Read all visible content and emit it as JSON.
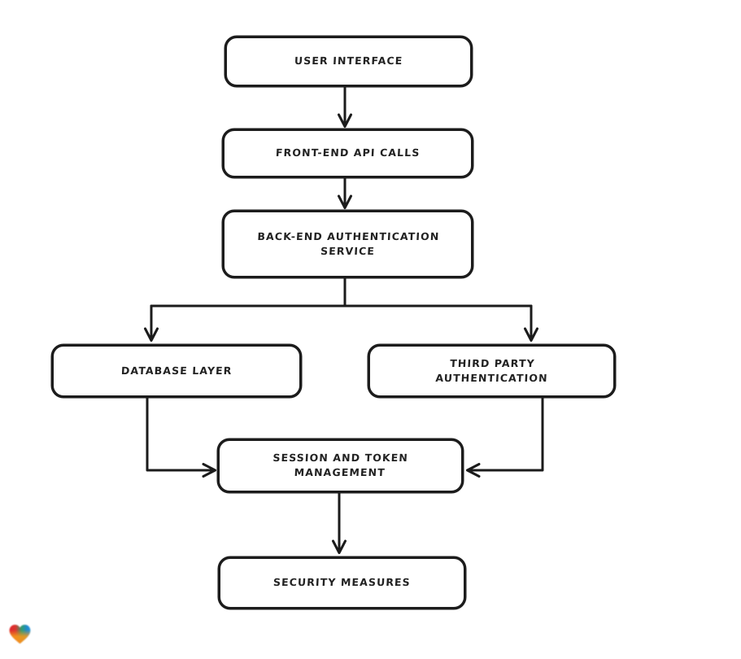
{
  "diagram": {
    "type": "flowchart",
    "background": "#ffffff",
    "stroke_color": "#1c1c1c",
    "node_fill": "#ffffff",
    "nodes": [
      {
        "id": "user-interface",
        "label": "USER INTERFACE",
        "lines": [
          "USER INTERFACE"
        ]
      },
      {
        "id": "front-end-api-calls",
        "label": "FRONT-END API CALLS",
        "lines": [
          "FRONT-END API CALLS"
        ]
      },
      {
        "id": "back-end-authentication-service",
        "label": "BACK-END AUTHENTICATION SERVICE",
        "lines": [
          "BACK-END AUTHENTICATION",
          "SERVICE"
        ]
      },
      {
        "id": "database-layer",
        "label": "DATABASE LAYER",
        "lines": [
          "DATABASE LAYER"
        ]
      },
      {
        "id": "third-party-authentication",
        "label": "THIRD PARTY AUTHENTICATION",
        "lines": [
          "THIRD PARTY AUTHENTICATION"
        ]
      },
      {
        "id": "session-and-token-management",
        "label": "SESSION AND TOKEN MANAGEMENT",
        "lines": [
          "SESSION AND TOKEN",
          "MANAGEMENT"
        ]
      },
      {
        "id": "security-measures",
        "label": "SECURITY MEASURES",
        "lines": [
          "SECURITY MEASURES"
        ]
      }
    ],
    "edges": [
      {
        "from": "user-interface",
        "to": "front-end-api-calls"
      },
      {
        "from": "front-end-api-calls",
        "to": "back-end-authentication-service"
      },
      {
        "from": "back-end-authentication-service",
        "to": "database-layer"
      },
      {
        "from": "back-end-authentication-service",
        "to": "third-party-authentication"
      },
      {
        "from": "database-layer",
        "to": "session-and-token-management"
      },
      {
        "from": "third-party-authentication",
        "to": "session-and-token-management"
      },
      {
        "from": "session-and-token-management",
        "to": "security-measures"
      }
    ]
  },
  "logo": {
    "name": "heart-logo",
    "colors": {
      "red": "#e3242b",
      "green": "#2f9e6e",
      "blue": "#1e88d2",
      "orange": "#f4991a"
    }
  }
}
